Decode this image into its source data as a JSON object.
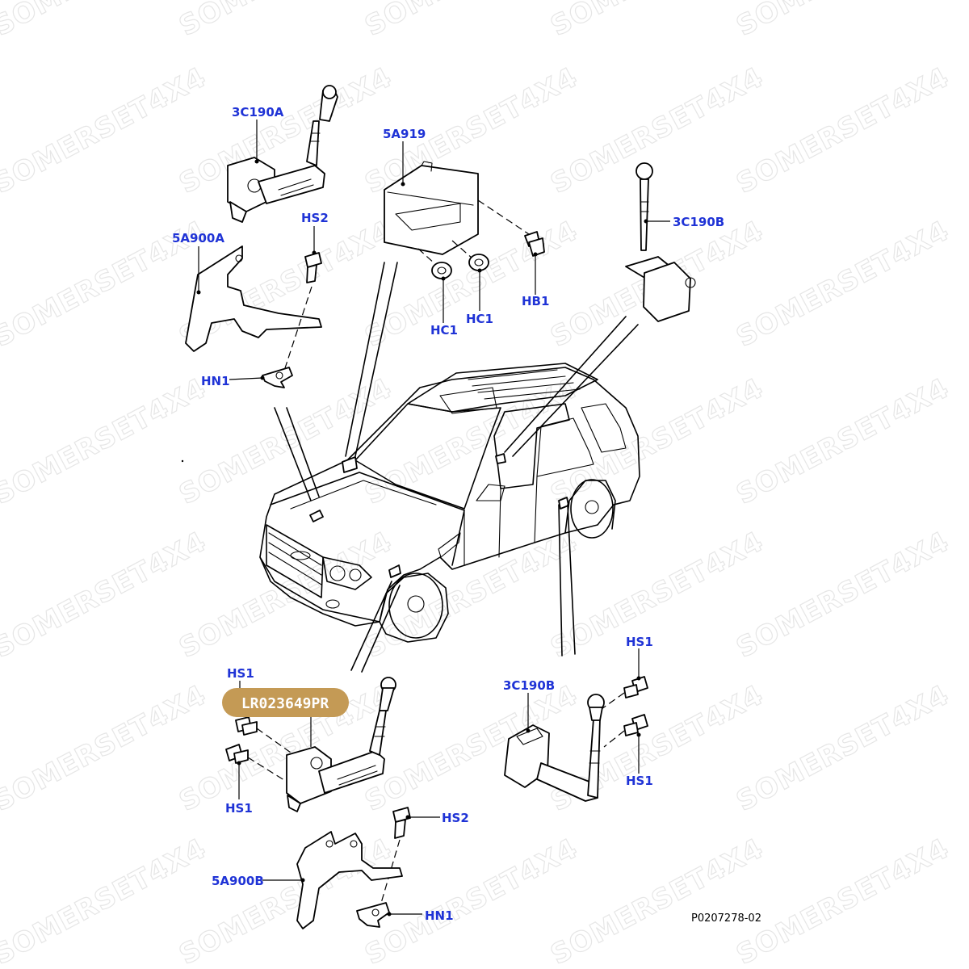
{
  "watermark": {
    "text": "SOMERSET4X4"
  },
  "callouts": {
    "top_left_sensor": "3C190A",
    "top_left_bracket": "5A900A",
    "top_left_bolt": "HS2",
    "top_left_nut": "HN1",
    "module": "5A919",
    "grommet_a": "HC1",
    "grommet_b": "HC1",
    "module_bolt": "HB1",
    "top_right_sensor": "3C190B",
    "bottom_left_screw_top": "HS1",
    "bottom_left_screw_bottom": "HS1",
    "bottom_left_bolt": "HS2",
    "bottom_left_bracket": "5A900B",
    "bottom_left_nut": "HN1",
    "bottom_right_sensor": "3C190B",
    "bottom_right_screw_top": "HS1",
    "bottom_right_screw_bottom": "HS1"
  },
  "part_badge": {
    "text": "LR023649PR",
    "color": "#c49a55"
  },
  "figure_ref": "P0207278-02",
  "colors": {
    "label": "#1f33d6",
    "line": "#000000",
    "watermark": "#e6e6e6"
  }
}
